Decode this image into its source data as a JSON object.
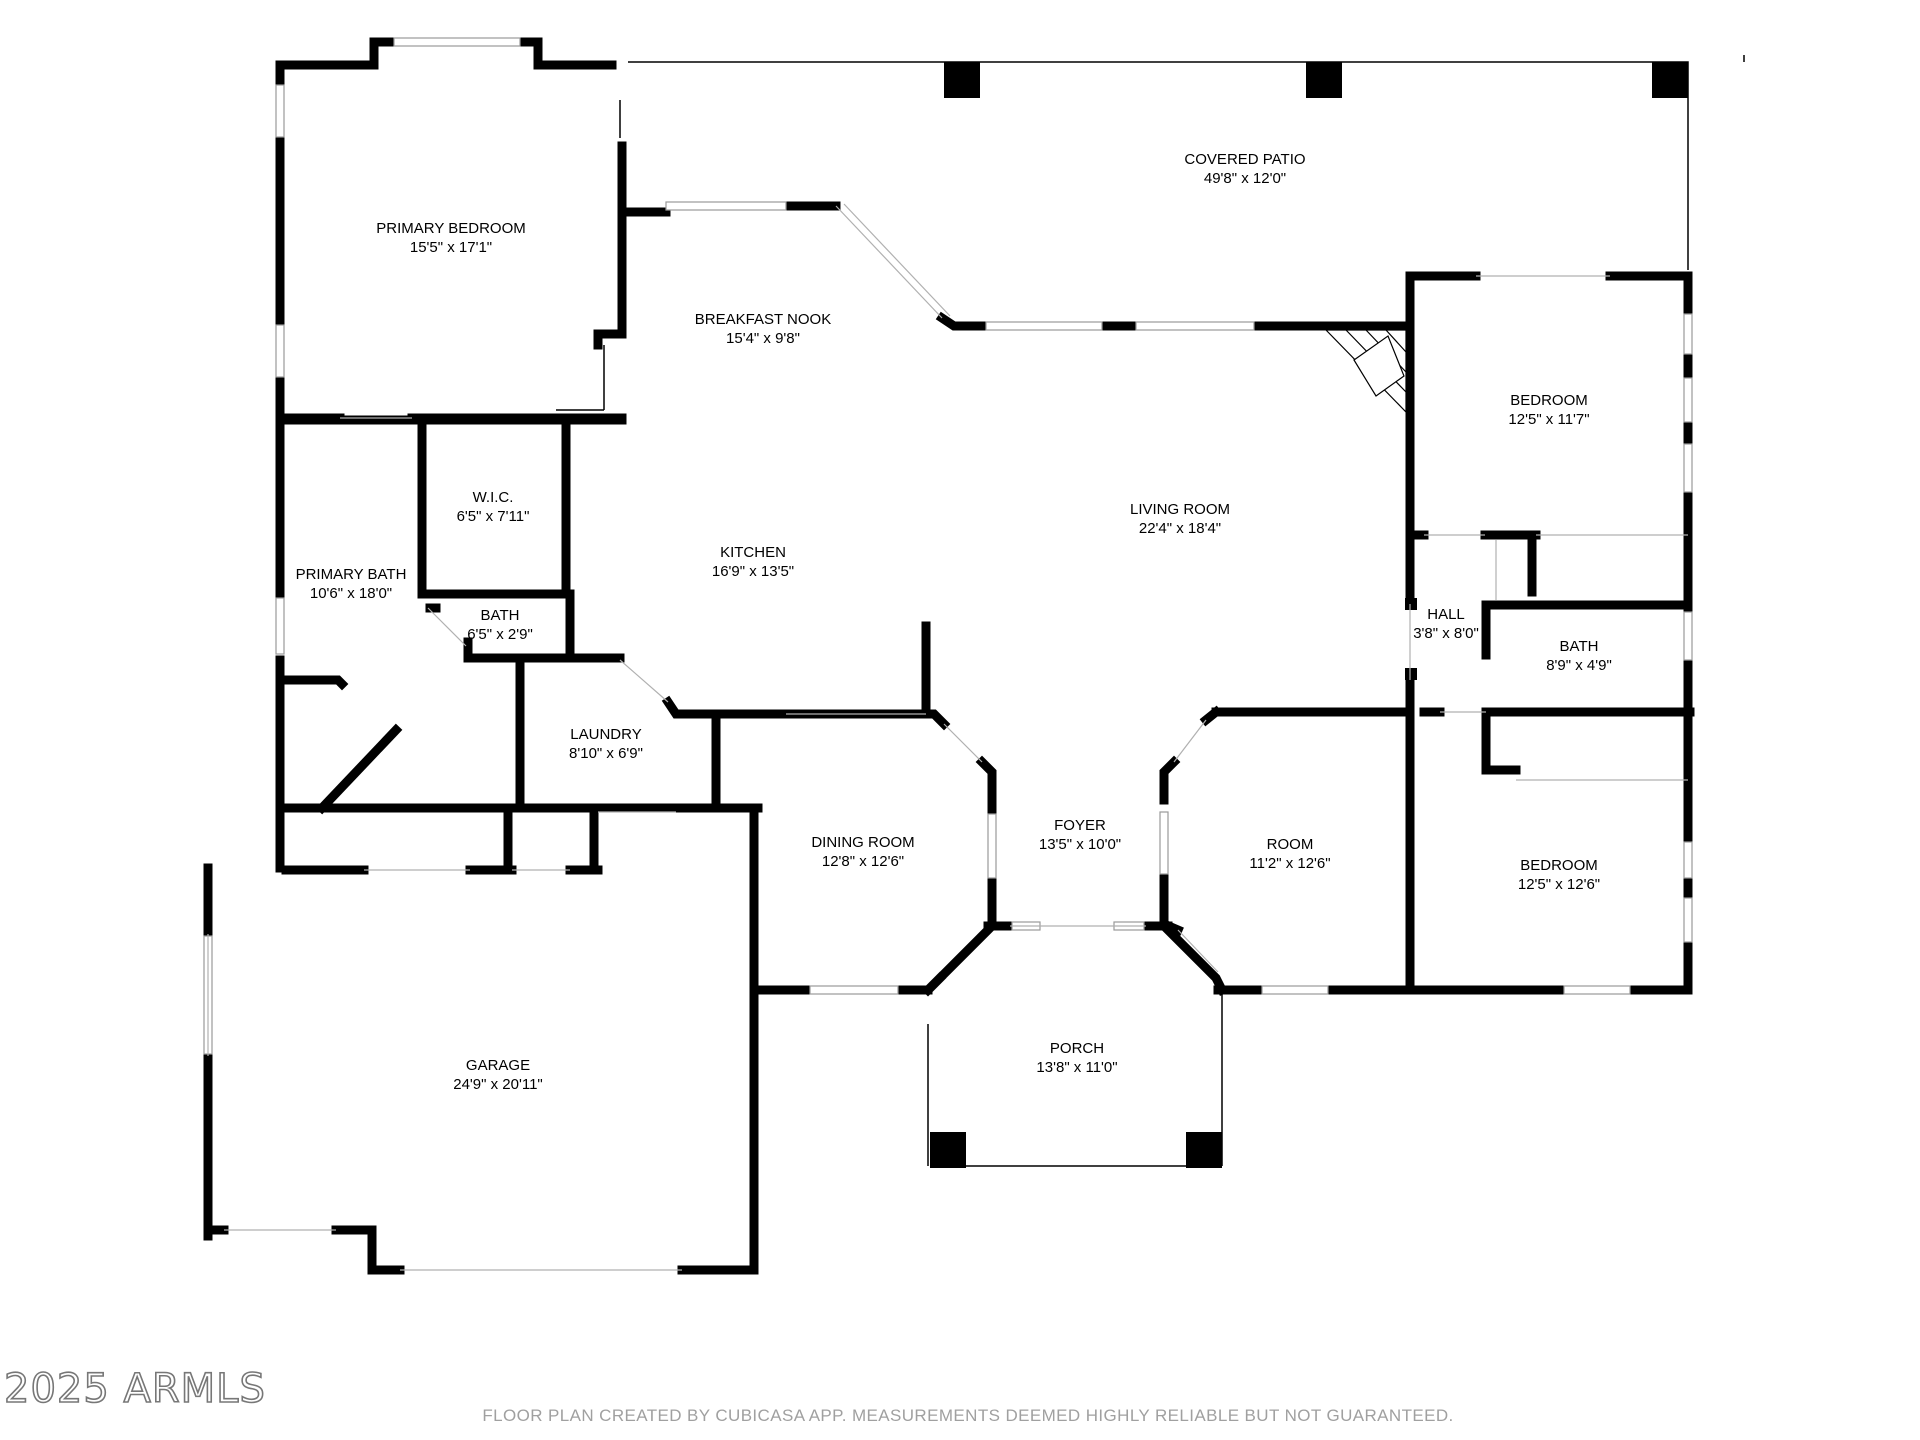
{
  "colors": {
    "wall": "#000000",
    "window": "#9a9a9a",
    "background": "#ffffff",
    "footer_text": "#a0a0a0"
  },
  "rooms": [
    {
      "id": "covered-patio",
      "name": "COVERED PATIO",
      "dims": "49'8\" x 12'0\""
    },
    {
      "id": "primary-bedroom",
      "name": "PRIMARY BEDROOM",
      "dims": "15'5\" x 17'1\""
    },
    {
      "id": "breakfast-nook",
      "name": "BREAKFAST NOOK",
      "dims": "15'4\" x 9'8\""
    },
    {
      "id": "wic",
      "name": "W.I.C.",
      "dims": "6'5\" x 7'11\""
    },
    {
      "id": "kitchen",
      "name": "KITCHEN",
      "dims": "16'9\" x 13'5\""
    },
    {
      "id": "living-room",
      "name": "LIVING ROOM",
      "dims": "22'4\" x 18'4\""
    },
    {
      "id": "bedroom-2",
      "name": "BEDROOM",
      "dims": "12'5\" x 11'7\""
    },
    {
      "id": "primary-bath",
      "name": "PRIMARY BATH",
      "dims": "10'6\" x 18'0\""
    },
    {
      "id": "bath-small",
      "name": "BATH",
      "dims": "6'5\" x 2'9\""
    },
    {
      "id": "hall",
      "name": "HALL",
      "dims": "3'8\" x 8'0\""
    },
    {
      "id": "bath-2",
      "name": "BATH",
      "dims": "8'9\" x 4'9\""
    },
    {
      "id": "laundry",
      "name": "LAUNDRY",
      "dims": "8'10\" x 6'9\""
    },
    {
      "id": "dining-room",
      "name": "DINING ROOM",
      "dims": "12'8\" x 12'6\""
    },
    {
      "id": "foyer",
      "name": "FOYER",
      "dims": "13'5\" x 10'0\""
    },
    {
      "id": "room",
      "name": "ROOM",
      "dims": "11'2\" x 12'6\""
    },
    {
      "id": "bedroom-3",
      "name": "BEDROOM",
      "dims": "12'5\" x 12'6\""
    },
    {
      "id": "garage",
      "name": "GARAGE",
      "dims": "24'9\" x 20'11\""
    },
    {
      "id": "porch",
      "name": "PORCH",
      "dims": "13'8\" x 11'0\""
    }
  ],
  "watermark": "2025 ARMLS",
  "footer": "FLOOR PLAN CREATED BY CUBICASA APP. MEASUREMENTS DEEMED HIGHLY RELIABLE BUT NOT GUARANTEED."
}
